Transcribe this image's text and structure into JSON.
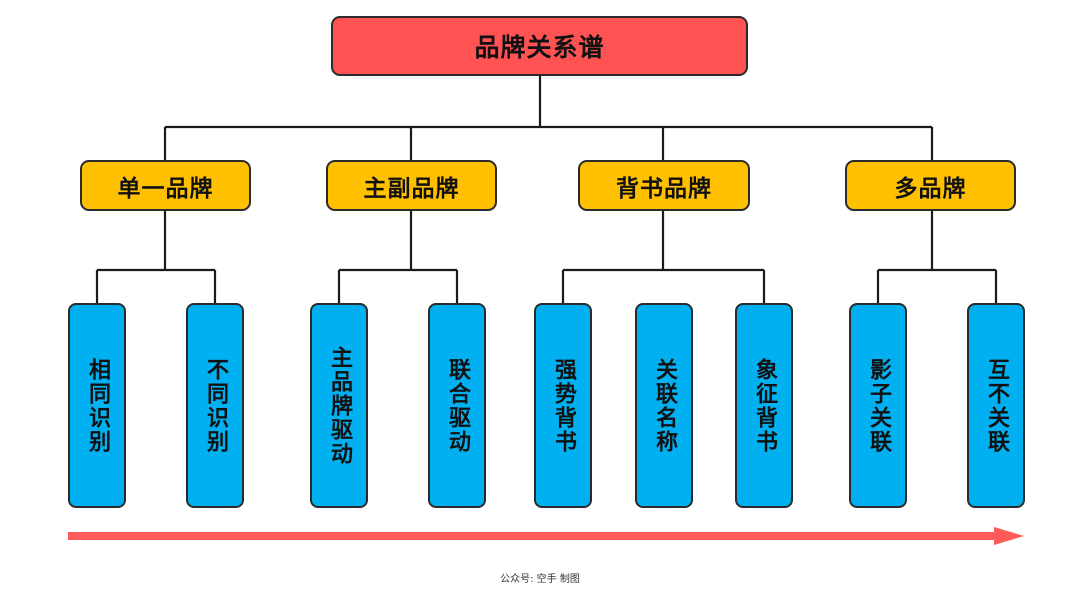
{
  "diagram": {
    "root": {
      "label": "品牌关系谱"
    },
    "categories": [
      {
        "label": "单一品牌",
        "children": [
          "相同识别",
          "不同识别"
        ]
      },
      {
        "label": "主副品牌",
        "children": [
          "主品牌驱动",
          "联合驱动"
        ]
      },
      {
        "label": "背书品牌",
        "children": [
          "强势背书",
          "关联名称",
          "象征背书"
        ]
      },
      {
        "label": "多品牌",
        "children": [
          "影子关联",
          "互不关联"
        ]
      }
    ]
  },
  "colors": {
    "root_fill": "#ff5252",
    "category_fill": "#ffc000",
    "leaf_fill": "#00b0f0",
    "arrow": "#ff5a5a",
    "line": "#1a1a1a"
  },
  "footer": {
    "watermark": "公众号: 空手 制图"
  }
}
